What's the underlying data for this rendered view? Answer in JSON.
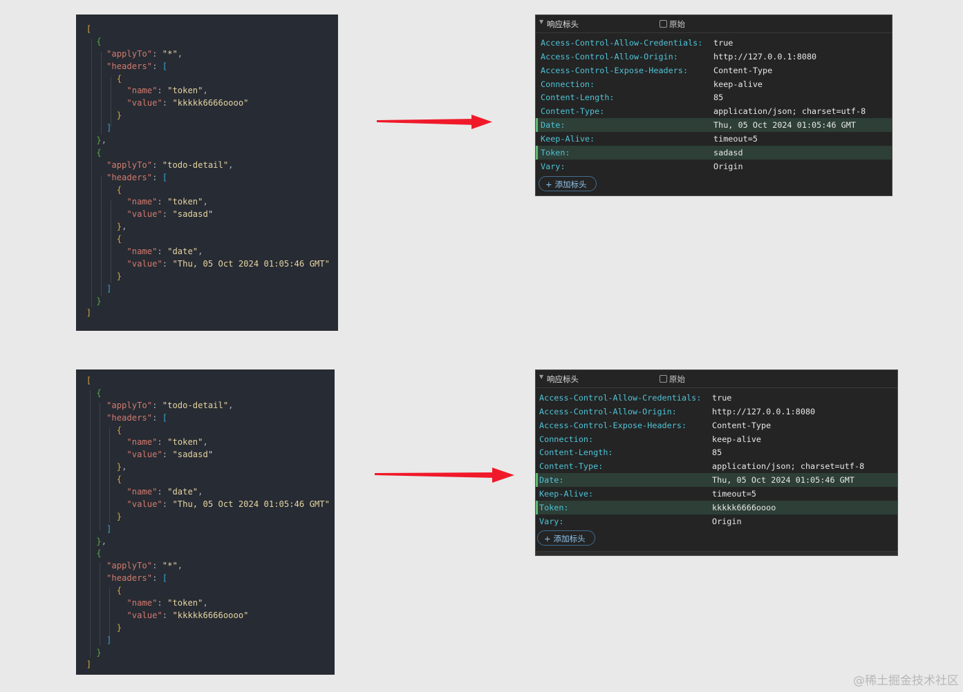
{
  "code_panels": [
    {
      "lines": [
        [
          {
            "t": "[",
            "c": "br-0"
          }
        ],
        [
          {
            "t": "  "
          },
          {
            "t": "{",
            "c": "br-1"
          }
        ],
        [
          {
            "t": "    "
          },
          {
            "t": "\"applyTo\"",
            "c": "k"
          },
          {
            "t": ": "
          },
          {
            "t": "\"*\"",
            "c": "s"
          },
          {
            "t": ","
          }
        ],
        [
          {
            "t": "    "
          },
          {
            "t": "\"headers\"",
            "c": "k"
          },
          {
            "t": ": "
          },
          {
            "t": "[",
            "c": "br-2"
          }
        ],
        [
          {
            "t": "      "
          },
          {
            "t": "{",
            "c": "br-0"
          }
        ],
        [
          {
            "t": "        "
          },
          {
            "t": "\"name\"",
            "c": "k"
          },
          {
            "t": ": "
          },
          {
            "t": "\"token\"",
            "c": "s"
          },
          {
            "t": ","
          }
        ],
        [
          {
            "t": "        "
          },
          {
            "t": "\"value\"",
            "c": "k"
          },
          {
            "t": ": "
          },
          {
            "t": "\"kkkkk6666oooo\"",
            "c": "s"
          }
        ],
        [
          {
            "t": "      "
          },
          {
            "t": "}",
            "c": "br-0"
          }
        ],
        [
          {
            "t": "    "
          },
          {
            "t": "]",
            "c": "br-2"
          }
        ],
        [
          {
            "t": "  "
          },
          {
            "t": "}",
            "c": "br-1"
          },
          {
            "t": ","
          }
        ],
        [
          {
            "t": "  "
          },
          {
            "t": "{",
            "c": "br-1"
          }
        ],
        [
          {
            "t": "    "
          },
          {
            "t": "\"applyTo\"",
            "c": "k"
          },
          {
            "t": ": "
          },
          {
            "t": "\"todo-detail\"",
            "c": "s"
          },
          {
            "t": ","
          }
        ],
        [
          {
            "t": "    "
          },
          {
            "t": "\"headers\"",
            "c": "k"
          },
          {
            "t": ": "
          },
          {
            "t": "[",
            "c": "br-2"
          }
        ],
        [
          {
            "t": "      "
          },
          {
            "t": "{",
            "c": "br-0"
          }
        ],
        [
          {
            "t": "        "
          },
          {
            "t": "\"name\"",
            "c": "k"
          },
          {
            "t": ": "
          },
          {
            "t": "\"token\"",
            "c": "s"
          },
          {
            "t": ","
          }
        ],
        [
          {
            "t": "        "
          },
          {
            "t": "\"value\"",
            "c": "k"
          },
          {
            "t": ": "
          },
          {
            "t": "\"sadasd\"",
            "c": "s"
          }
        ],
        [
          {
            "t": "      "
          },
          {
            "t": "}",
            "c": "br-0"
          },
          {
            "t": ","
          }
        ],
        [
          {
            "t": "      "
          },
          {
            "t": "{",
            "c": "br-0"
          }
        ],
        [
          {
            "t": "        "
          },
          {
            "t": "\"name\"",
            "c": "k"
          },
          {
            "t": ": "
          },
          {
            "t": "\"date\"",
            "c": "s"
          },
          {
            "t": ","
          }
        ],
        [
          {
            "t": "        "
          },
          {
            "t": "\"value\"",
            "c": "k"
          },
          {
            "t": ": "
          },
          {
            "t": "\"Thu, 05 Oct 2024 01:05:46 GMT\"",
            "c": "s"
          }
        ],
        [
          {
            "t": "      "
          },
          {
            "t": "}",
            "c": "br-0"
          }
        ],
        [
          {
            "t": "    "
          },
          {
            "t": "]",
            "c": "br-2"
          }
        ],
        [
          {
            "t": "  "
          },
          {
            "t": "}",
            "c": "br-1"
          }
        ],
        [
          {
            "t": "]",
            "c": "br-0"
          }
        ]
      ]
    },
    {
      "lines": [
        [
          {
            "t": "[",
            "c": "br-0"
          }
        ],
        [
          {
            "t": "  "
          },
          {
            "t": "{",
            "c": "br-1"
          }
        ],
        [
          {
            "t": "    "
          },
          {
            "t": "\"applyTo\"",
            "c": "k"
          },
          {
            "t": ": "
          },
          {
            "t": "\"todo-detail\"",
            "c": "s"
          },
          {
            "t": ","
          }
        ],
        [
          {
            "t": "    "
          },
          {
            "t": "\"headers\"",
            "c": "k"
          },
          {
            "t": ": "
          },
          {
            "t": "[",
            "c": "br-2"
          }
        ],
        [
          {
            "t": "      "
          },
          {
            "t": "{",
            "c": "br-0"
          }
        ],
        [
          {
            "t": "        "
          },
          {
            "t": "\"name\"",
            "c": "k"
          },
          {
            "t": ": "
          },
          {
            "t": "\"token\"",
            "c": "s"
          },
          {
            "t": ","
          }
        ],
        [
          {
            "t": "        "
          },
          {
            "t": "\"value\"",
            "c": "k"
          },
          {
            "t": ": "
          },
          {
            "t": "\"sadasd\"",
            "c": "s"
          }
        ],
        [
          {
            "t": "      "
          },
          {
            "t": "}",
            "c": "br-0"
          },
          {
            "t": ","
          }
        ],
        [
          {
            "t": "      "
          },
          {
            "t": "{",
            "c": "br-0"
          }
        ],
        [
          {
            "t": "        "
          },
          {
            "t": "\"name\"",
            "c": "k"
          },
          {
            "t": ": "
          },
          {
            "t": "\"date\"",
            "c": "s"
          },
          {
            "t": ","
          }
        ],
        [
          {
            "t": "        "
          },
          {
            "t": "\"value\"",
            "c": "k"
          },
          {
            "t": ": "
          },
          {
            "t": "\"Thu, 05 Oct 2024 01:05:46 GMT\"",
            "c": "s"
          }
        ],
        [
          {
            "t": "      "
          },
          {
            "t": "}",
            "c": "br-0"
          }
        ],
        [
          {
            "t": "    "
          },
          {
            "t": "]",
            "c": "br-2"
          }
        ],
        [
          {
            "t": "  "
          },
          {
            "t": "}",
            "c": "br-1"
          },
          {
            "t": ","
          }
        ],
        [
          {
            "t": "  "
          },
          {
            "t": "{",
            "c": "br-1"
          }
        ],
        [
          {
            "t": "    "
          },
          {
            "t": "\"applyTo\"",
            "c": "k"
          },
          {
            "t": ": "
          },
          {
            "t": "\"*\"",
            "c": "s"
          },
          {
            "t": ","
          }
        ],
        [
          {
            "t": "    "
          },
          {
            "t": "\"headers\"",
            "c": "k"
          },
          {
            "t": ": "
          },
          {
            "t": "[",
            "c": "br-2"
          }
        ],
        [
          {
            "t": "      "
          },
          {
            "t": "{",
            "c": "br-0"
          }
        ],
        [
          {
            "t": "        "
          },
          {
            "t": "\"name\"",
            "c": "k"
          },
          {
            "t": ": "
          },
          {
            "t": "\"token\"",
            "c": "s"
          },
          {
            "t": ","
          }
        ],
        [
          {
            "t": "        "
          },
          {
            "t": "\"value\"",
            "c": "k"
          },
          {
            "t": ": "
          },
          {
            "t": "\"kkkkk6666oooo\"",
            "c": "s"
          }
        ],
        [
          {
            "t": "      "
          },
          {
            "t": "}",
            "c": "br-0"
          }
        ],
        [
          {
            "t": "    "
          },
          {
            "t": "]",
            "c": "br-2"
          }
        ],
        [
          {
            "t": "  "
          },
          {
            "t": "}",
            "c": "br-1"
          }
        ],
        [
          {
            "t": "]",
            "c": "br-0"
          }
        ]
      ]
    }
  ],
  "devtools": [
    {
      "header_title": "响应标头",
      "raw_label": "原始",
      "add_header_label": "添加标头",
      "rows": [
        {
          "name": "Access-Control-Allow-Credentials:",
          "value": "true",
          "highlight": false
        },
        {
          "name": "Access-Control-Allow-Origin:",
          "value": "http://127.0.0.1:8080",
          "highlight": false
        },
        {
          "name": "Access-Control-Expose-Headers:",
          "value": "Content-Type",
          "highlight": false
        },
        {
          "name": "Connection:",
          "value": "keep-alive",
          "highlight": false
        },
        {
          "name": "Content-Length:",
          "value": "85",
          "highlight": false
        },
        {
          "name": "Content-Type:",
          "value": "application/json; charset=utf-8",
          "highlight": false
        },
        {
          "name": "Date:",
          "value": "Thu, 05 Oct 2024 01:05:46 GMT",
          "highlight": true
        },
        {
          "name": "Keep-Alive:",
          "value": "timeout=5",
          "highlight": false
        },
        {
          "name": "Token:",
          "value": "sadasd",
          "highlight": true
        },
        {
          "name": "Vary:",
          "value": "Origin",
          "highlight": false
        }
      ]
    },
    {
      "header_title": "响应标头",
      "raw_label": "原始",
      "add_header_label": "添加标头",
      "rows": [
        {
          "name": "Access-Control-Allow-Credentials:",
          "value": "true",
          "highlight": false
        },
        {
          "name": "Access-Control-Allow-Origin:",
          "value": "http://127.0.0.1:8080",
          "highlight": false
        },
        {
          "name": "Access-Control-Expose-Headers:",
          "value": "Content-Type",
          "highlight": false
        },
        {
          "name": "Connection:",
          "value": "keep-alive",
          "highlight": false
        },
        {
          "name": "Content-Length:",
          "value": "85",
          "highlight": false
        },
        {
          "name": "Content-Type:",
          "value": "application/json; charset=utf-8",
          "highlight": false
        },
        {
          "name": "Date:",
          "value": "Thu, 05 Oct 2024 01:05:46 GMT",
          "highlight": true
        },
        {
          "name": "Keep-Alive:",
          "value": "timeout=5",
          "highlight": false
        },
        {
          "name": "Token:",
          "value": "kkkkk6666oooo",
          "highlight": true
        },
        {
          "name": "Vary:",
          "value": "Origin",
          "highlight": false
        }
      ]
    }
  ],
  "colors": {
    "arrow": "#f0192a",
    "header_name": "#4fc3d6",
    "highlight_row": "#2d3f37",
    "highlight_bar": "#5fb870"
  },
  "icons": {
    "collapse": "triangle-down-icon",
    "raw_checkbox": "checkbox-icon",
    "add": "plus-icon",
    "arrow": "right-arrow-icon"
  },
  "watermark": "@稀土掘金技术社区"
}
